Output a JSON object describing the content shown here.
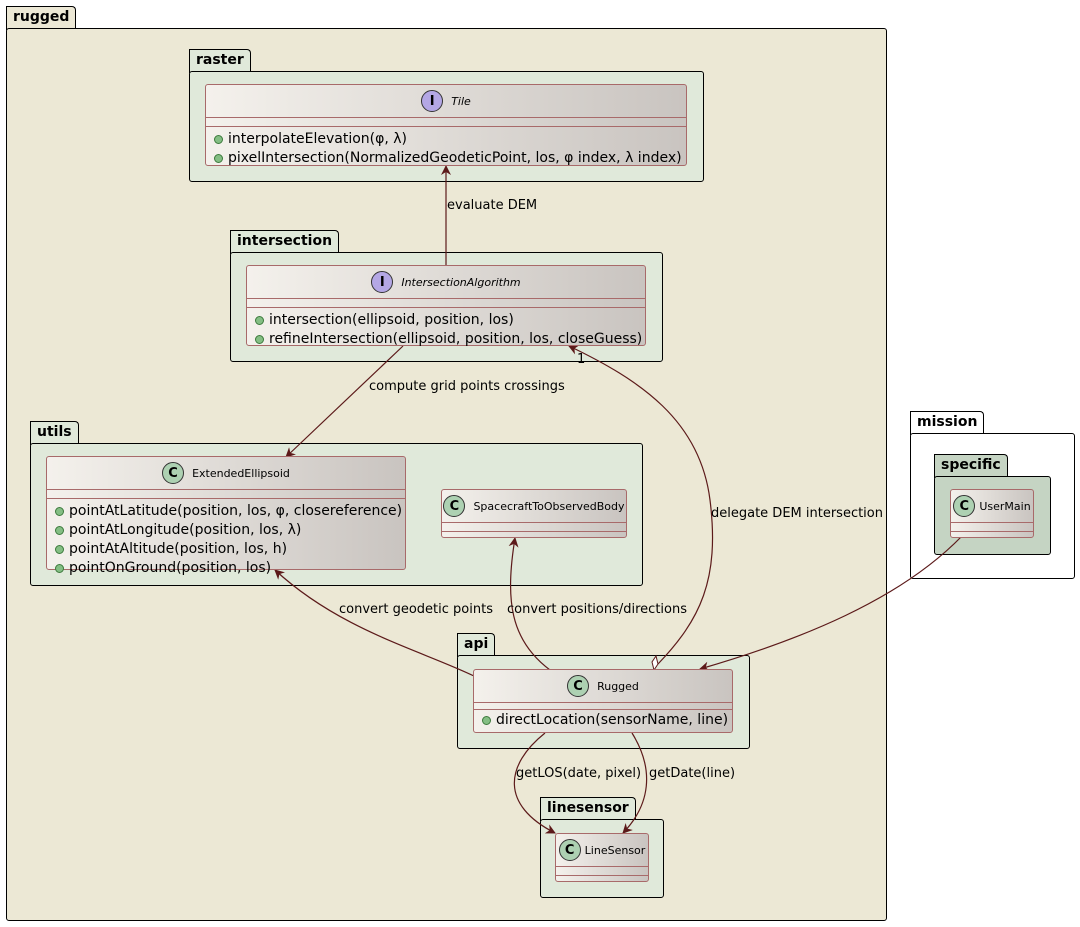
{
  "colors": {
    "outer_package_fill": "#ece8d5",
    "inner_package_fill": "#e0e9da",
    "specific_package_fill": "#c5d4c3",
    "edge_color": "#5c1a1a",
    "class_border": "#a86a6a"
  },
  "packages": {
    "rugged": "rugged",
    "raster": "raster",
    "intersection": "intersection",
    "utils": "utils",
    "api": "api",
    "linesensor": "linesensor",
    "mission": "mission",
    "specific": "specific"
  },
  "classes": {
    "tile": {
      "stereotype": "I",
      "name": "Tile",
      "methods": [
        "interpolateElevation(φ, λ)",
        "pixelIntersection(NormalizedGeodeticPoint, los, φ index, λ index)"
      ]
    },
    "intersection_algorithm": {
      "stereotype": "I",
      "name": "IntersectionAlgorithm",
      "methods": [
        "intersection(ellipsoid, position, los)",
        "refineIntersection(ellipsoid, position, los, closeGuess)"
      ]
    },
    "extended_ellipsoid": {
      "stereotype": "C",
      "name": "ExtendedEllipsoid",
      "methods": [
        "pointAtLatitude(position, los, φ, closereference)",
        "pointAtLongitude(position, los, λ)",
        "pointAtAltitude(position, los, h)",
        "pointOnGround(position, los)"
      ]
    },
    "spacecraft": {
      "stereotype": "C",
      "name": "SpacecraftToObservedBody",
      "methods": []
    },
    "rugged": {
      "stereotype": "C",
      "name": "Rugged",
      "methods": [
        "directLocation(sensorName, line)"
      ]
    },
    "line_sensor": {
      "stereotype": "C",
      "name": "LineSensor",
      "methods": []
    },
    "user_main": {
      "stereotype": "C",
      "name": "UserMain",
      "methods": []
    }
  },
  "edges": {
    "evaluate_dem": "evaluate DEM",
    "compute_grid": "compute grid points crossings",
    "delegate_dem": "delegate DEM intersection",
    "delegate_multiplicity": "1",
    "convert_geodetic": "convert geodetic points",
    "convert_positions": "convert positions/directions",
    "get_los": "getLOS(date, pixel)",
    "get_date": "getDate(line)"
  }
}
